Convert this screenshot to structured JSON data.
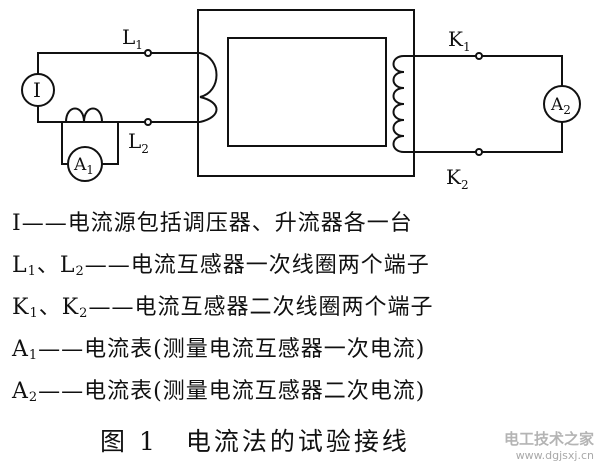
{
  "diagram": {
    "terminals": {
      "L1": {
        "main": "L",
        "sub": "1"
      },
      "L2": {
        "main": "L",
        "sub": "2"
      },
      "K1": {
        "main": "K",
        "sub": "1"
      },
      "K2": {
        "main": "K",
        "sub": "2"
      }
    },
    "meters": {
      "source": {
        "main": "I",
        "sub": ""
      },
      "A1": {
        "main": "A",
        "sub": "1"
      },
      "A2": {
        "main": "A",
        "sub": "2"
      }
    }
  },
  "legend": {
    "row1": {
      "symbol": "I",
      "dash": "——",
      "text": "电流源包括调压器、升流器各一台"
    },
    "row2": {
      "symbol_a": "L",
      "sub_a": "1",
      "sep": "、",
      "symbol_b": "L",
      "sub_b": "2",
      "dash": "——",
      "text": "电流互感器一次线圈两个端子"
    },
    "row3": {
      "symbol_a": "K",
      "sub_a": "1",
      "sep": "、",
      "symbol_b": "K",
      "sub_b": "2",
      "dash": "——",
      "text": "电流互感器二次线圈两个端子"
    },
    "row4": {
      "symbol": "A",
      "sub": "1",
      "dash": "——",
      "text": "电流表(测量电流互感器一次电流)"
    },
    "row5": {
      "symbol": "A",
      "sub": "2",
      "dash": "——",
      "text": "电流表(测量电流互感器二次电流)"
    }
  },
  "caption": {
    "number": "图 1",
    "title": "电流法的试验接线"
  },
  "watermark": {
    "main": "电工技术之家",
    "url": "www.dgjsxj.cn"
  }
}
